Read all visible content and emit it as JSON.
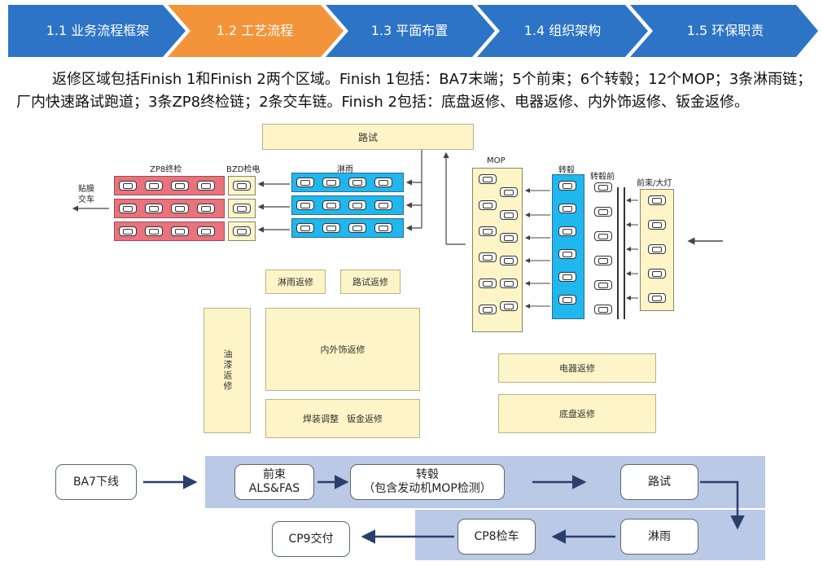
{
  "nav": {
    "tabs": [
      {
        "label": "1.1 业务流程框架",
        "active": false
      },
      {
        "label": "1.2 工艺流程",
        "active": true
      },
      {
        "label": "1.3 平面布置",
        "active": false
      },
      {
        "label": "1.4 组织架构",
        "active": false
      },
      {
        "label": "1.5 环保职责",
        "active": false
      }
    ],
    "colors": {
      "normal": "#2e74c6",
      "active": "#f4943a"
    }
  },
  "intro_text": "返修区域包括Finish 1和Finish 2两个区域。Finish 1包括：BA7末端；5个前束；6个转毂；12个MOP；3条淋雨链；厂内快速路试跑道；3条ZP8终检链；2条交车链。Finish 2包括：底盘返修、电器返修、内外饰返修、钣金返修。",
  "layout": {
    "road_test": "路试",
    "zp8_label": "ZP8终检",
    "bzd_label": "BZD检电",
    "rain_label": "淋雨",
    "film_label": "贴膜\n交车",
    "mop_label": "MOP",
    "hub_label": "转毂",
    "pre_hub_label": "转毂前",
    "front_light_label": "前束/大灯",
    "rain_repair": "淋雨返修",
    "road_repair": "路试返修",
    "paint_repair": "油漆返修",
    "interior_repair": "内外饰返修",
    "weld_label": "焊装调整",
    "sheet_repair": "钣金返修",
    "electrical_repair": "电器返修",
    "chassis_repair": "底盘返修"
  },
  "flow": {
    "ba7": "BA7下线",
    "front_line1": "前束",
    "front_line2": "ALS&FAS",
    "hub_line1": "转毂",
    "hub_line2": "（包含发动机MOP检测）",
    "road": "路试",
    "rain": "淋雨",
    "cp8": "CP8检车",
    "cp9": "CP9交付"
  }
}
